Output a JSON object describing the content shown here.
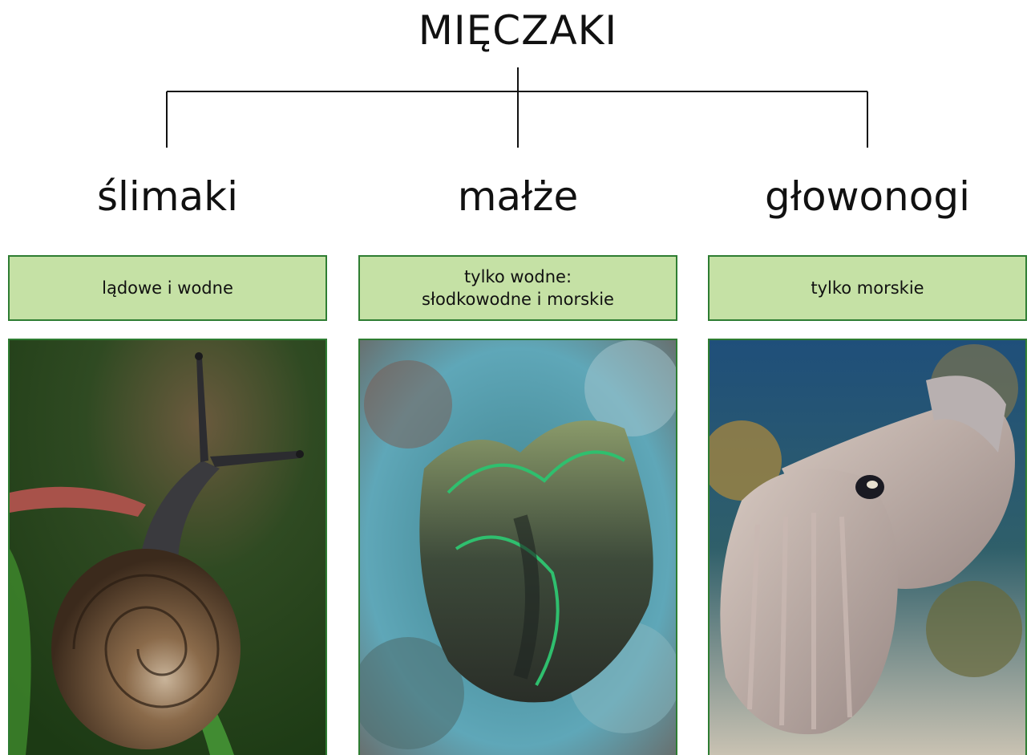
{
  "root": {
    "title": "MIĘCZAKI"
  },
  "groups": [
    {
      "name": "ślimaki",
      "description": "lądowe i wodne"
    },
    {
      "name": "małże",
      "description": "tylko wodne:\nsłodkowodne i morskie"
    },
    {
      "name": "głowonogi",
      "description": "tylko morskie"
    }
  ],
  "colors": {
    "box_fill": "#c5e1a5",
    "box_border": "#2e7d32",
    "line": "#111111"
  }
}
